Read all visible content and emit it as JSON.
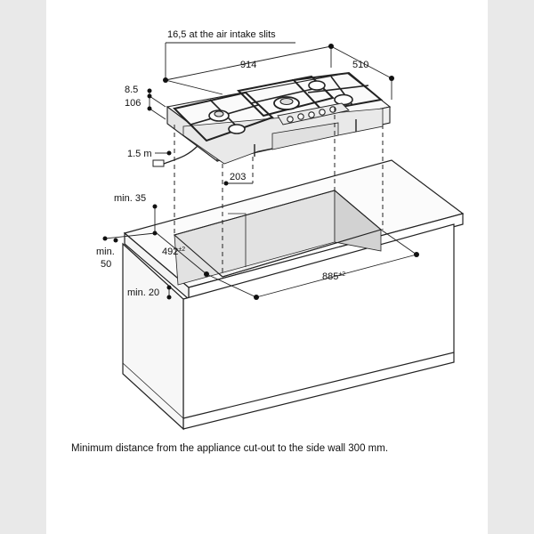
{
  "dimensions": {
    "air_intake": "16,5 at the air intake slits",
    "width": "914",
    "depth": "510",
    "thickness_top": "8.5",
    "height": "106",
    "cable_length": "1.5 m",
    "offset": "203",
    "min_35": "min. 35",
    "min_50_line1": "min.",
    "min_50_line2": "50",
    "cutout_depth": "492",
    "cutout_depth_tol": "±2",
    "cutout_width": "885",
    "cutout_width_tol": "±2",
    "min_20": "min. 20"
  },
  "caption": "Minimum distance from the appliance cut-out to the side wall 300 mm."
}
